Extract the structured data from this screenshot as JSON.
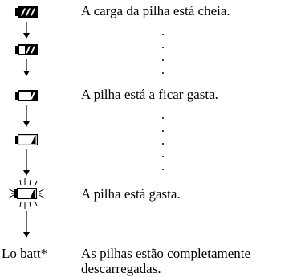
{
  "states": [
    {
      "text": "A carga da pilha está cheia.",
      "icon": "battery-full-icon"
    },
    {
      "text": "A pilha está a ficar gasta.",
      "icon": "battery-half-icon"
    },
    {
      "text": "A pilha está gasta.",
      "icon": "battery-empty-flashing-icon"
    }
  ],
  "lo_batt": {
    "label": "Lo batt*",
    "text_line1": "As pilhas estão completamente",
    "text_line2": "descarregadas."
  }
}
